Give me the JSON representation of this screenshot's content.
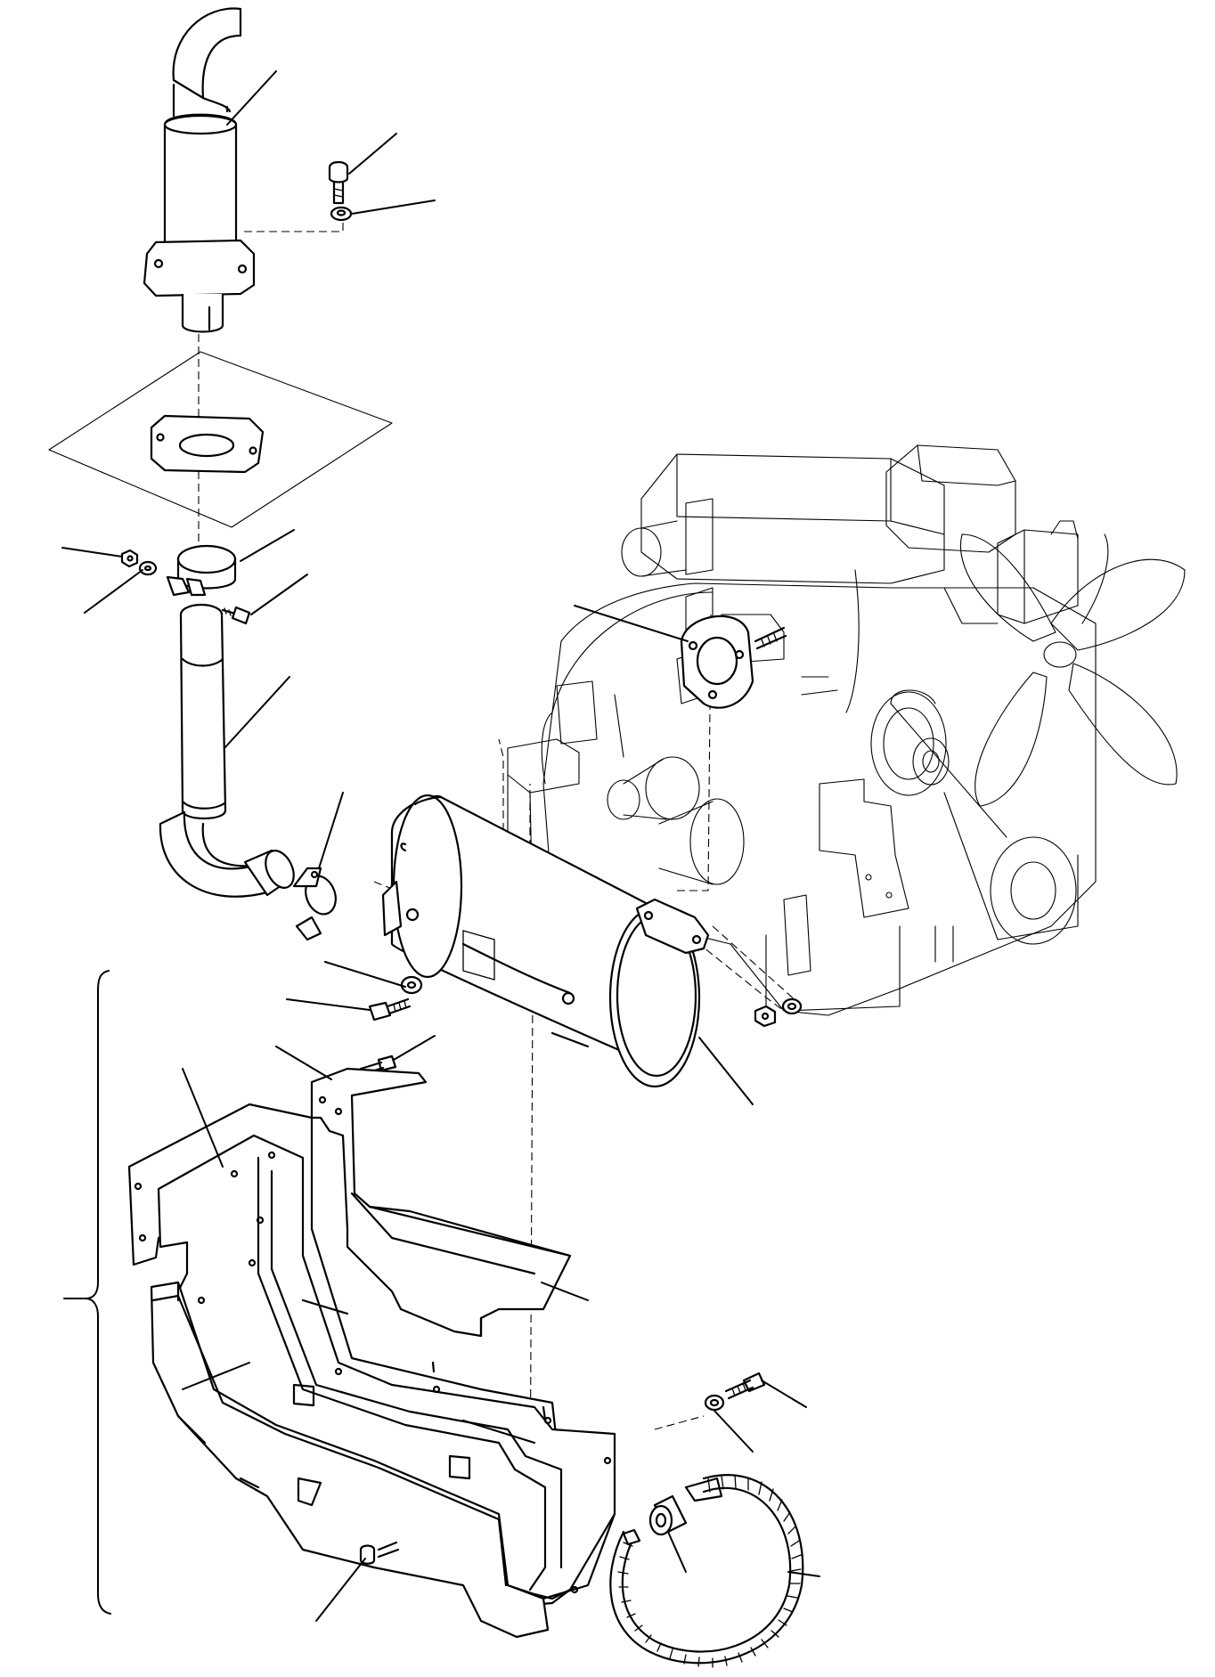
{
  "diagram": {
    "type": "exploded-parts-view",
    "callout_labels": [],
    "parts": [
      {
        "id": "tail-pipe"
      },
      {
        "id": "bolt-top"
      },
      {
        "id": "washer-top"
      },
      {
        "id": "gasket-sheet"
      },
      {
        "id": "clamp-upper"
      },
      {
        "id": "clamp-nut"
      },
      {
        "id": "clamp-washer"
      },
      {
        "id": "clamp-bolt"
      },
      {
        "id": "exhaust-pipe"
      },
      {
        "id": "clamp-lower"
      },
      {
        "id": "muffler"
      },
      {
        "id": "muffler-washer"
      },
      {
        "id": "muffler-bolt"
      },
      {
        "id": "bracket-bolt"
      },
      {
        "id": "heat-shield"
      },
      {
        "id": "support-plate"
      },
      {
        "id": "cover-bolt"
      },
      {
        "id": "strap-bolt"
      },
      {
        "id": "strap-washer"
      },
      {
        "id": "strap-rubber"
      },
      {
        "id": "band-strap"
      },
      {
        "id": "manifold-gasket"
      },
      {
        "id": "engine-nut"
      },
      {
        "id": "engine-washer"
      },
      {
        "id": "engine-assembly"
      }
    ]
  }
}
